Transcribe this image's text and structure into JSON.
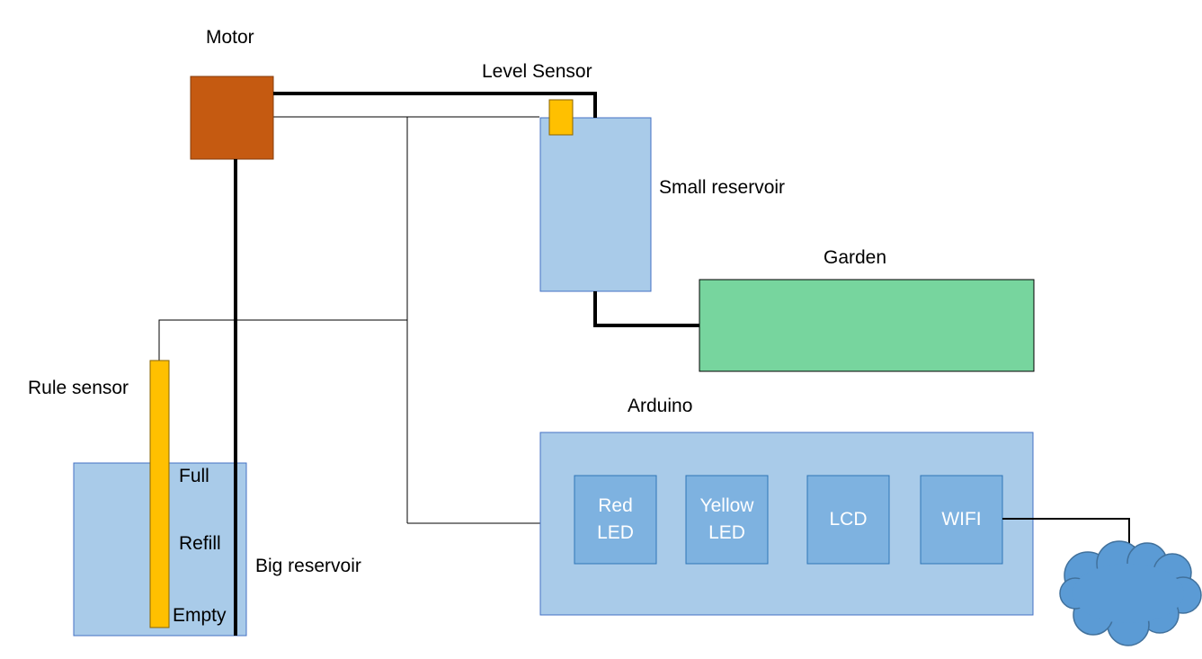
{
  "labels": {
    "motor": "Motor",
    "level_sensor": "Level Sensor",
    "small_reservoir": "Small reservoir",
    "garden": "Garden",
    "rule_sensor": "Rule sensor",
    "big_reservoir": "Big reservoir",
    "arduino": "Arduino",
    "full": "Full",
    "refill": "Refill",
    "empty": "Empty"
  },
  "arduino_components": [
    {
      "line1": "Red",
      "line2": "LED"
    },
    {
      "line1": "Yellow",
      "line2": "LED"
    },
    {
      "line1": "LCD",
      "line2": ""
    },
    {
      "line1": "WIFI",
      "line2": ""
    }
  ],
  "colors": {
    "motor": "#c55a11",
    "sensor": "#ffc000",
    "reservoir": "#a9cbe9",
    "garden": "#77d59e",
    "component": "#7eb2e0",
    "cloud": "#5b9bd5"
  }
}
